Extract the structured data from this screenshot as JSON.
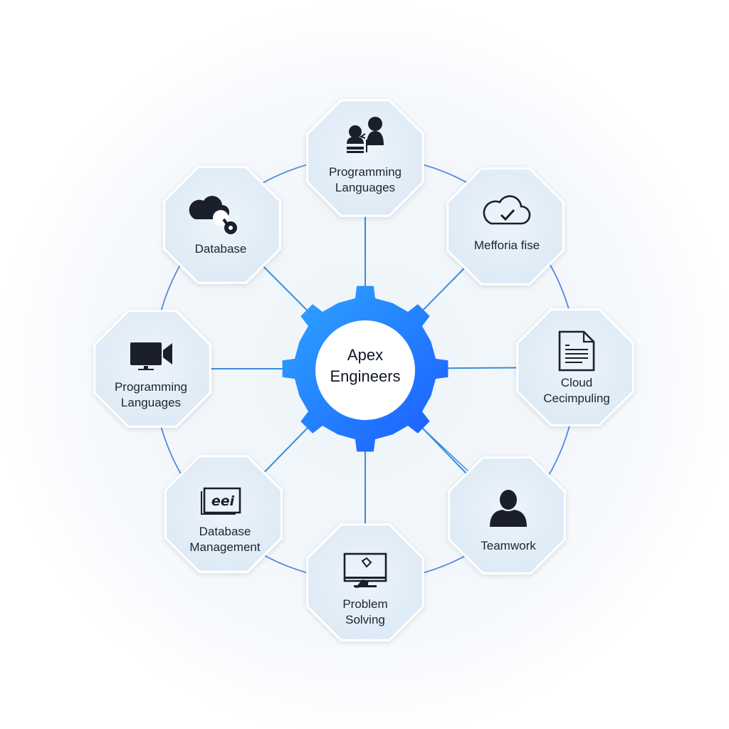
{
  "hub": {
    "title_line1": "Apex",
    "title_line2": "Engineers",
    "colors": {
      "gear_light": "#2fa6ff",
      "gear_dark": "#1a5cff"
    }
  },
  "nodes": [
    {
      "line1": "Programming",
      "line2": "Languages",
      "icon": "people-desk-icon"
    },
    {
      "line1": "Mefforia fise",
      "line2": "",
      "icon": "cloud-check-icon"
    },
    {
      "line1": "Cloud",
      "line2": "Cecimpuling",
      "icon": "document-icon"
    },
    {
      "line1": "Teamwork",
      "line2": "",
      "icon": "person-icon"
    },
    {
      "line1": "Problem",
      "line2": "Solving",
      "icon": "monitor-hand-icon"
    },
    {
      "line1": "Database",
      "line2": "Management",
      "icon": "eei-card-icon"
    },
    {
      "line1": "Programming",
      "line2": "Languages",
      "icon": "video-camera-icon"
    },
    {
      "line1": "Database",
      "line2": "",
      "icon": "cloud-gear-icon"
    }
  ],
  "colors": {
    "node_fill": "#e3eef8",
    "connector": "#3a8bd8",
    "ring": "#3478d4",
    "icon": "#1a1f2b"
  }
}
